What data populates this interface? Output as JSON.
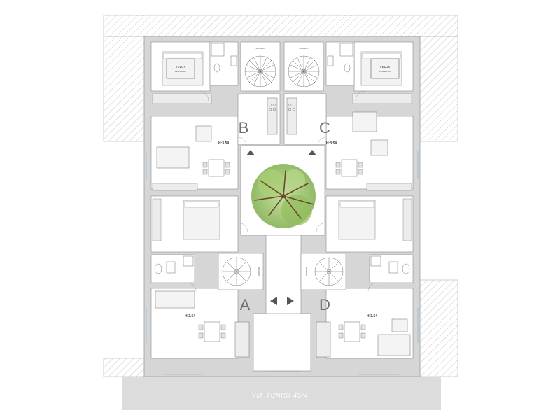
{
  "units": {
    "a": "A",
    "b": "B",
    "c": "C",
    "d": "D"
  },
  "heights": {
    "b": "H:3.54",
    "c": "H:3.54",
    "a": "H:3.54",
    "d": "H:3.54"
  },
  "skylight": {
    "left": "VELUX",
    "right": "VELUX",
    "left_sub": "134x120 cm",
    "right_sub": "134x120 cm"
  },
  "stairs": {
    "top_left": "RIPIANTI",
    "top_right": "RIPIANTI",
    "bottom_left": "RIPIANTI",
    "bottom_right": "RIPIANTI"
  },
  "street": {
    "label": "VIA TUNISI 45/4"
  },
  "colors": {
    "wall": "#d6d6d6",
    "wall_edge": "#9e9e9e",
    "room_line": "#7a7a7a",
    "street_band": "#dcdcdc",
    "hatch": "#c4c4c4",
    "tree_green": "#9cc36a",
    "tree_trunk": "#6b4a2b"
  }
}
